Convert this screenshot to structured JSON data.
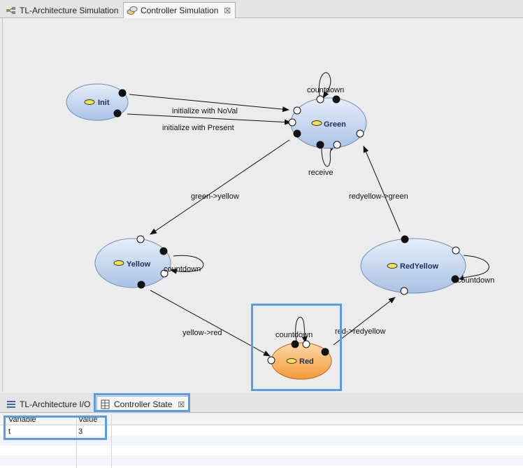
{
  "top_tabs": [
    {
      "label": "TL-Architecture Simulation",
      "icon": "architecture-icon"
    },
    {
      "label": "Controller Simulation",
      "icon": "simulation-icon",
      "close": "☒"
    }
  ],
  "states": [
    {
      "id": "init",
      "label": "Init"
    },
    {
      "id": "green",
      "label": "Green"
    },
    {
      "id": "yellow",
      "label": "Yellow"
    },
    {
      "id": "redyellow",
      "label": "RedYellow"
    },
    {
      "id": "red",
      "label": "Red"
    }
  ],
  "transitions": {
    "init_noval": "initialize with NoVal",
    "init_present": "initialize with Present",
    "green_countdown": "countdown",
    "green_receive": "receive",
    "green_yellow": "green->yellow",
    "yellow_countdown": "countdown",
    "yellow_red": "yellow->red",
    "red_countdown": "countdown",
    "red_redyellow": "red->redyellow",
    "redyellow_countdown": "countdown",
    "redyellow_green": "redyellow->green"
  },
  "bottom_tabs": [
    {
      "label": "TL-Architecture I/O",
      "icon": "io-list-icon"
    },
    {
      "label": "Controller State",
      "icon": "state-table-icon",
      "close": "☒"
    }
  ],
  "table": {
    "headers": [
      "Variable",
      "Value"
    ],
    "rows": [
      {
        "variable": "t",
        "value": "3"
      }
    ]
  },
  "colors": {
    "state_fill": "#c9daf0",
    "active_state_fill": "#f7a24a",
    "highlight": "#5b9bea"
  }
}
